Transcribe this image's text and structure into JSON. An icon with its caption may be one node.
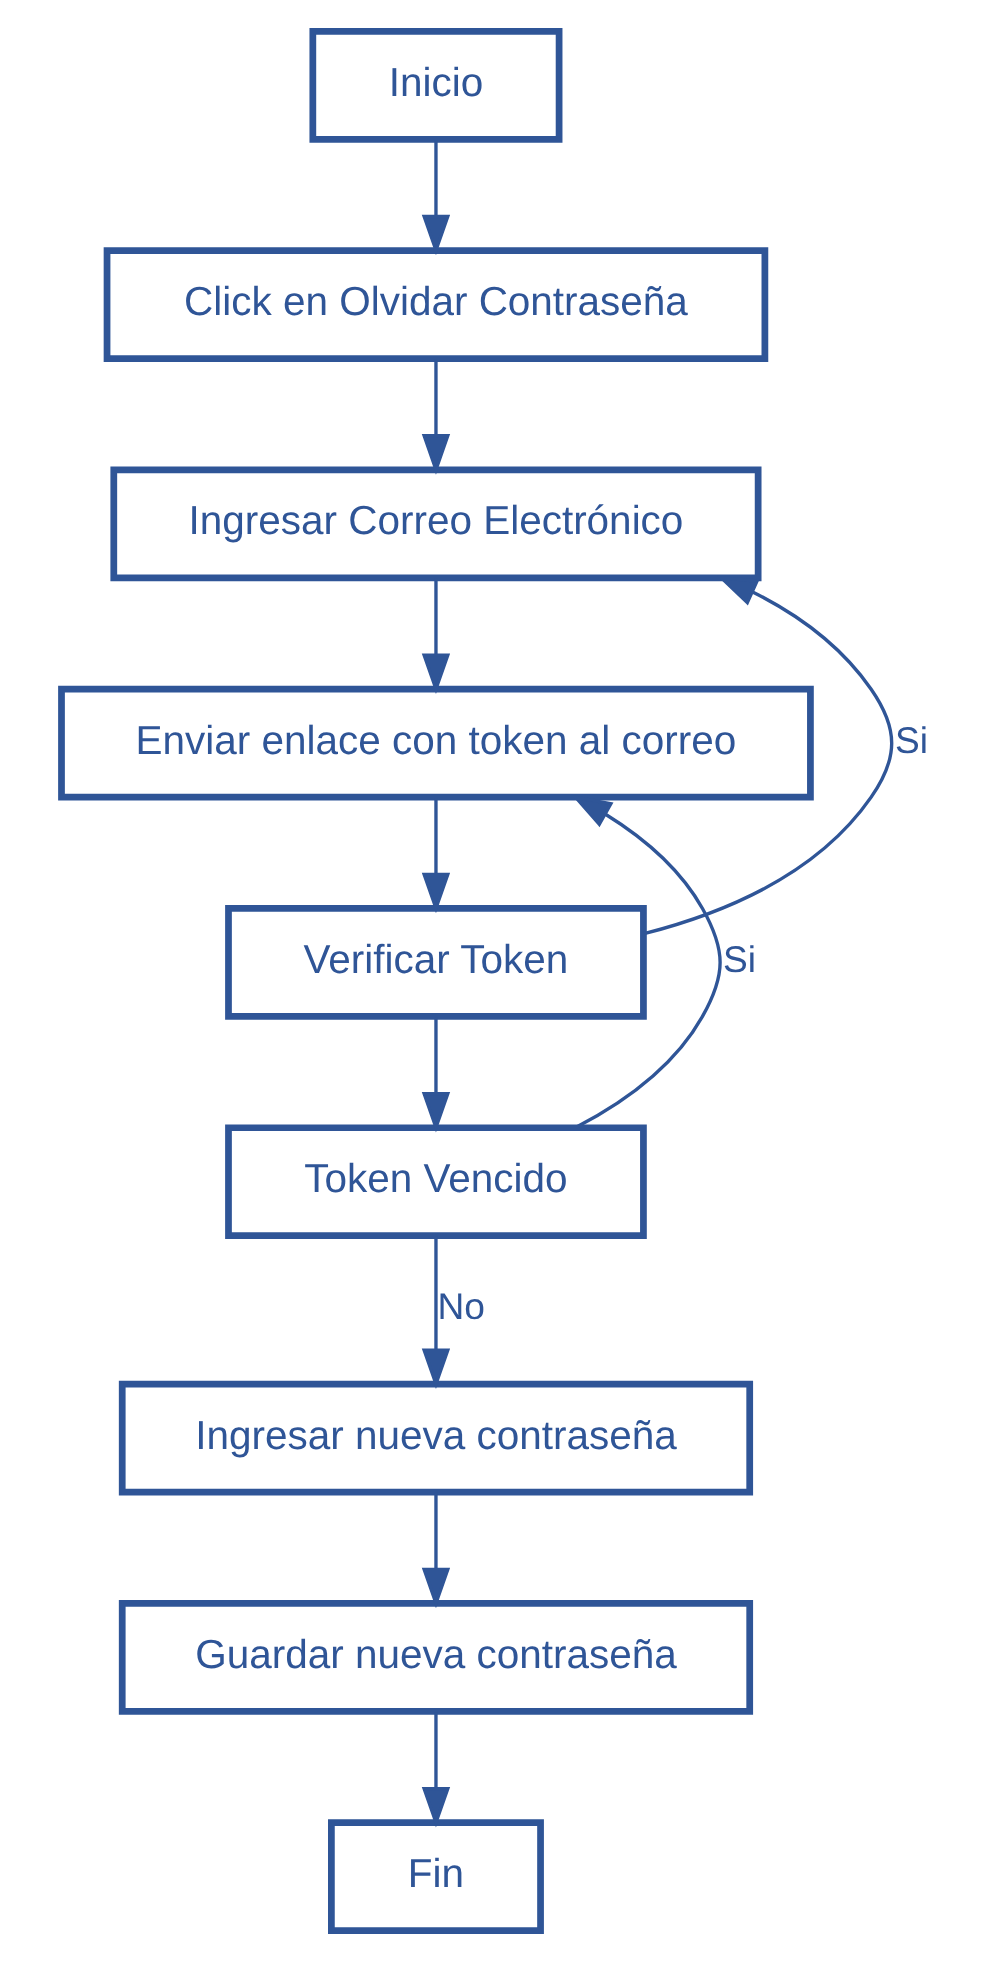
{
  "diagram": {
    "nodes": [
      {
        "text": [
          "Inicio"
        ]
      },
      {
        "text": [
          "Click en Olvidar Contraseña"
        ]
      },
      {
        "text": [
          "Ingresar Correo Electrónico"
        ]
      },
      {
        "text": [
          "Enviar enlace con token al correo"
        ]
      },
      {
        "text": [
          "Verificar Token"
        ]
      },
      {
        "text": [
          "Token Vencido"
        ]
      },
      {
        "text": [
          "Ingresar nueva contraseña"
        ]
      },
      {
        "text": [
          "Guardar nueva contraseña"
        ]
      },
      {
        "text": [
          "Fin"
        ]
      }
    ],
    "edges": [
      {
        "from": 0,
        "to": 1,
        "arrow": "to"
      },
      {
        "from": 1,
        "to": 2,
        "arrow": "to"
      },
      {
        "from": 2,
        "to": 3,
        "arrow": "to"
      },
      {
        "from": 3,
        "to": 4,
        "arrow": "to"
      },
      {
        "from": 4,
        "to": 2,
        "arrow": "to",
        "label": "Si"
      },
      {
        "from": 4,
        "to": 5,
        "arrow": "to"
      },
      {
        "from": 5,
        "to": 3,
        "arrow": "to",
        "label": "Si"
      },
      {
        "from": 5,
        "to": 6,
        "arrow": "to",
        "label": "No"
      },
      {
        "from": 6,
        "to": 7,
        "arrow": "to"
      },
      {
        "from": 7,
        "to": 8,
        "arrow": "to"
      }
    ]
  }
}
